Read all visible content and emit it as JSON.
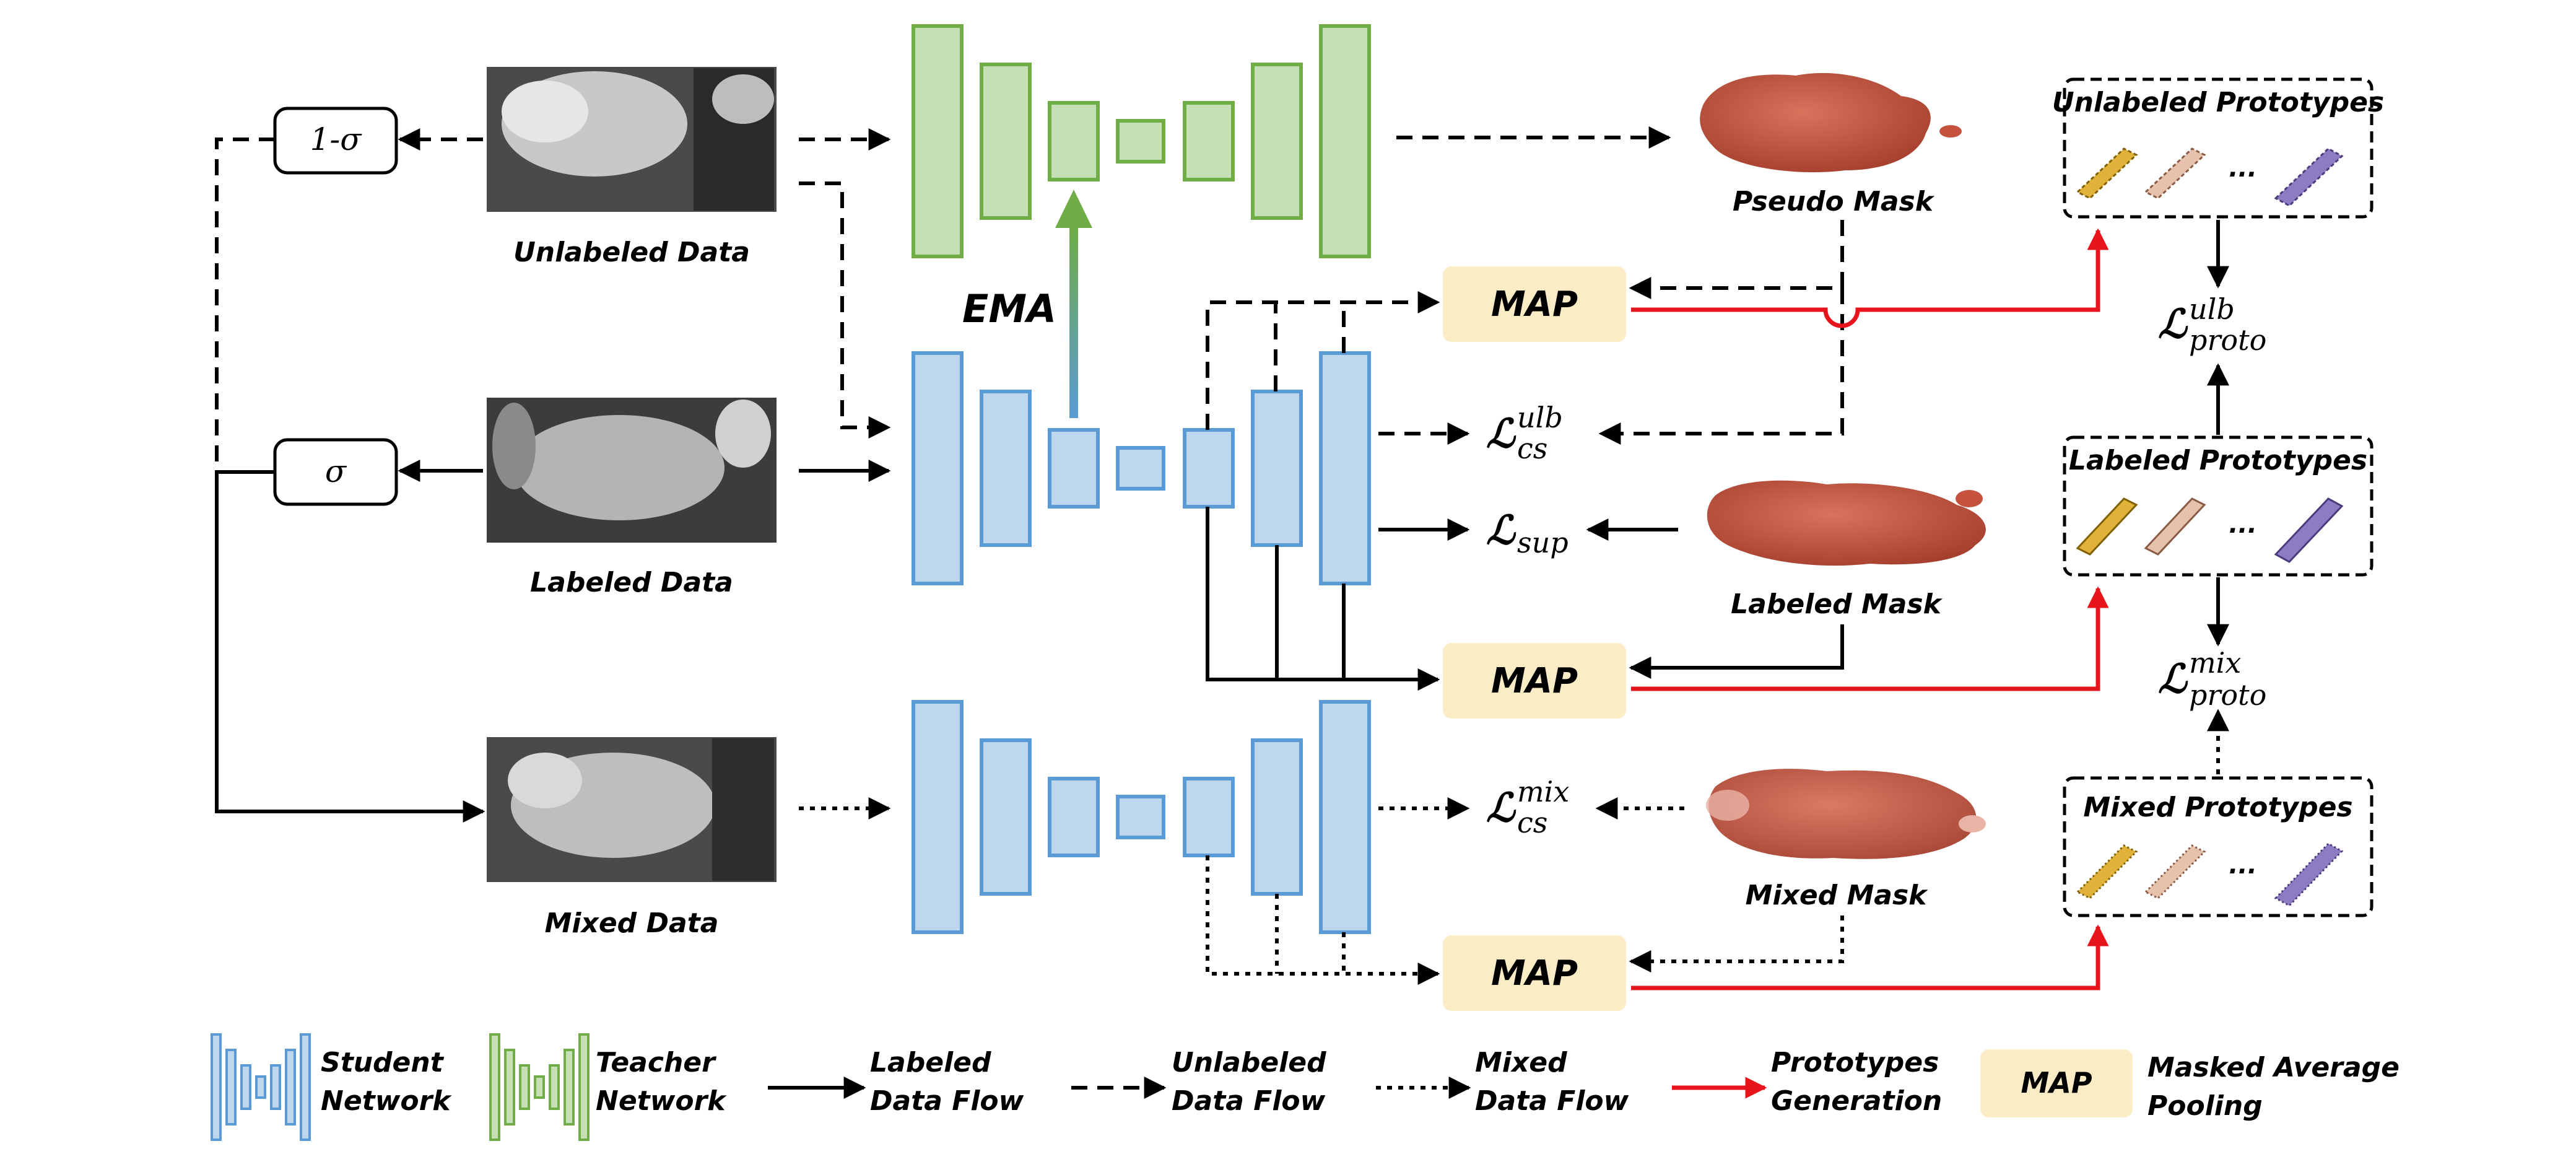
{
  "colors": {
    "student_fill": "#bdd7ee",
    "student_stroke": "#5b9bd5",
    "teacher_fill": "#c5e0b4",
    "teacher_stroke": "#70ad47",
    "map_fill": "#fcecc6",
    "prototype_arrow": "#e8141b",
    "ema_arrow_top": "#70ad47",
    "ema_arrow_bottom": "#5b9bd5",
    "mask_red": "#c5523c",
    "proto_yellow": "#e0b23a",
    "proto_peach": "#e6c2ad",
    "proto_purple": "#8e7cc3"
  },
  "inputs": {
    "unlabeled": "Unlabeled Data",
    "labeled": "Labeled Data",
    "mixed": "Mixed Data"
  },
  "mix_ops": {
    "one_minus_sigma": "1-σ",
    "sigma": "σ"
  },
  "ema_label": "EMA",
  "map_label": "MAP",
  "losses": {
    "script_L": "ℒ",
    "cs": "cs",
    "sup": "sup",
    "proto": "proto",
    "ulb": "ulb",
    "mix": "mix"
  },
  "masks": {
    "pseudo": "Pseudo Mask",
    "labeled": "Labeled Mask",
    "mixed": "Mixed Mask"
  },
  "prototypes": {
    "unlabeled": "Unlabeled Prototypes",
    "labeled": "Labeled Prototypes",
    "mixed": "Mixed Prototypes",
    "ellipsis": "..."
  },
  "legend": {
    "student_1": "Student",
    "student_2": "Network",
    "teacher_1": "Teacher",
    "teacher_2": "Network",
    "labeled_flow_1": "Labeled",
    "labeled_flow_2": "Data Flow",
    "unlabeled_flow_1": "Unlabeled",
    "unlabeled_flow_2": "Data Flow",
    "mixed_flow_1": "Mixed",
    "mixed_flow_2": "Data Flow",
    "proto_gen_1": "Prototypes",
    "proto_gen_2": "Generation",
    "map_badge": "MAP",
    "map_desc_1": "Masked Average",
    "map_desc_2": "Pooling"
  }
}
